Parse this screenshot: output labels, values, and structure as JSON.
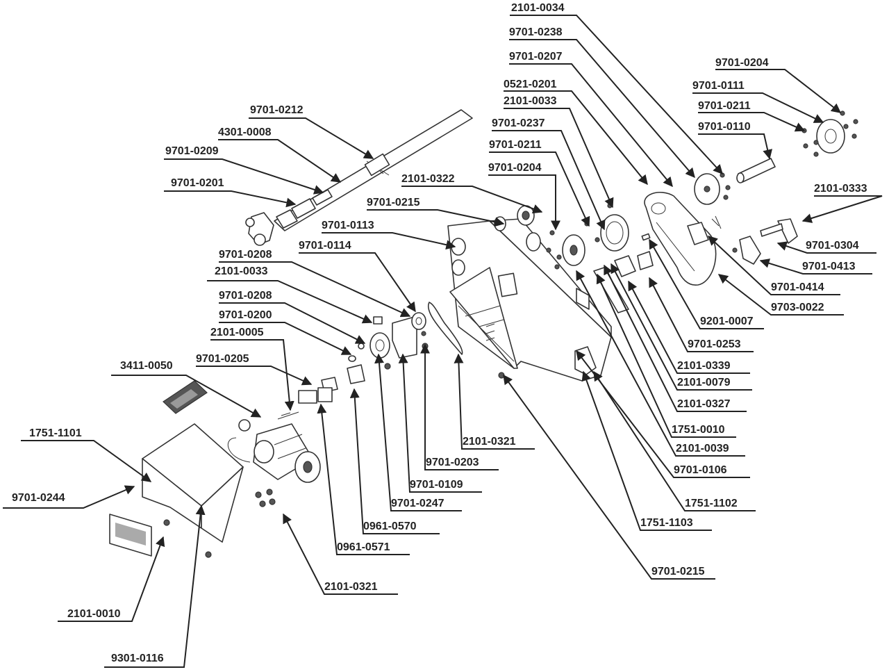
{
  "labels": [
    {
      "id": "l1",
      "text": "2101-0034"
    },
    {
      "id": "l2",
      "text": "9701-0238"
    },
    {
      "id": "l3",
      "text": "9701-0207"
    },
    {
      "id": "l4",
      "text": "0521-0201"
    },
    {
      "id": "l5",
      "text": "2101-0033"
    },
    {
      "id": "l6",
      "text": "9701-0237"
    },
    {
      "id": "l7",
      "text": "9701-0211"
    },
    {
      "id": "l8",
      "text": "9701-0204"
    },
    {
      "id": "l9",
      "text": "9701-0204"
    },
    {
      "id": "l10",
      "text": "9701-0111"
    },
    {
      "id": "l11",
      "text": "9701-0211"
    },
    {
      "id": "l12",
      "text": "9701-0110"
    },
    {
      "id": "l13",
      "text": "2101-0333"
    },
    {
      "id": "l14",
      "text": "9701-0304"
    },
    {
      "id": "l15",
      "text": "9701-0413"
    },
    {
      "id": "l16",
      "text": "9701-0414"
    },
    {
      "id": "l17",
      "text": "9703-0022"
    },
    {
      "id": "l18",
      "text": "9201-0007"
    },
    {
      "id": "l19",
      "text": "9701-0253"
    },
    {
      "id": "l20",
      "text": "2101-0339"
    },
    {
      "id": "l21",
      "text": "2101-0079"
    },
    {
      "id": "l22",
      "text": "2101-0327"
    },
    {
      "id": "l23",
      "text": "1751-0010"
    },
    {
      "id": "l24",
      "text": "2101-0039"
    },
    {
      "id": "l25",
      "text": "9701-0106"
    },
    {
      "id": "l26",
      "text": "1751-1102"
    },
    {
      "id": "l27",
      "text": "1751-1103"
    },
    {
      "id": "l28",
      "text": "9701-0215"
    },
    {
      "id": "l29",
      "text": "9701-0212"
    },
    {
      "id": "l30",
      "text": "4301-0008"
    },
    {
      "id": "l31",
      "text": "9701-0209"
    },
    {
      "id": "l32",
      "text": "9701-0201"
    },
    {
      "id": "l33",
      "text": "2101-0322"
    },
    {
      "id": "l34",
      "text": "9701-0215"
    },
    {
      "id": "l35",
      "text": "9701-0113"
    },
    {
      "id": "l36",
      "text": "9701-0114"
    },
    {
      "id": "l37",
      "text": "9701-0208"
    },
    {
      "id": "l38",
      "text": "2101-0033"
    },
    {
      "id": "l39",
      "text": "9701-0208"
    },
    {
      "id": "l40",
      "text": "9701-0200"
    },
    {
      "id": "l41",
      "text": "2101-0005"
    },
    {
      "id": "l42",
      "text": "9701-0205"
    },
    {
      "id": "l43",
      "text": "3411-0050"
    },
    {
      "id": "l44",
      "text": "1751-1101"
    },
    {
      "id": "l45",
      "text": "9701-0244"
    },
    {
      "id": "l46",
      "text": "2101-0321"
    },
    {
      "id": "l47",
      "text": "9701-0203"
    },
    {
      "id": "l48",
      "text": "9701-0109"
    },
    {
      "id": "l49",
      "text": "9701-0247"
    },
    {
      "id": "l50",
      "text": "0961-0570"
    },
    {
      "id": "l51",
      "text": "0961-0571"
    },
    {
      "id": "l52",
      "text": "2101-0321"
    },
    {
      "id": "l53",
      "text": "2101-0010"
    },
    {
      "id": "l54",
      "text": "9301-0116"
    }
  ]
}
